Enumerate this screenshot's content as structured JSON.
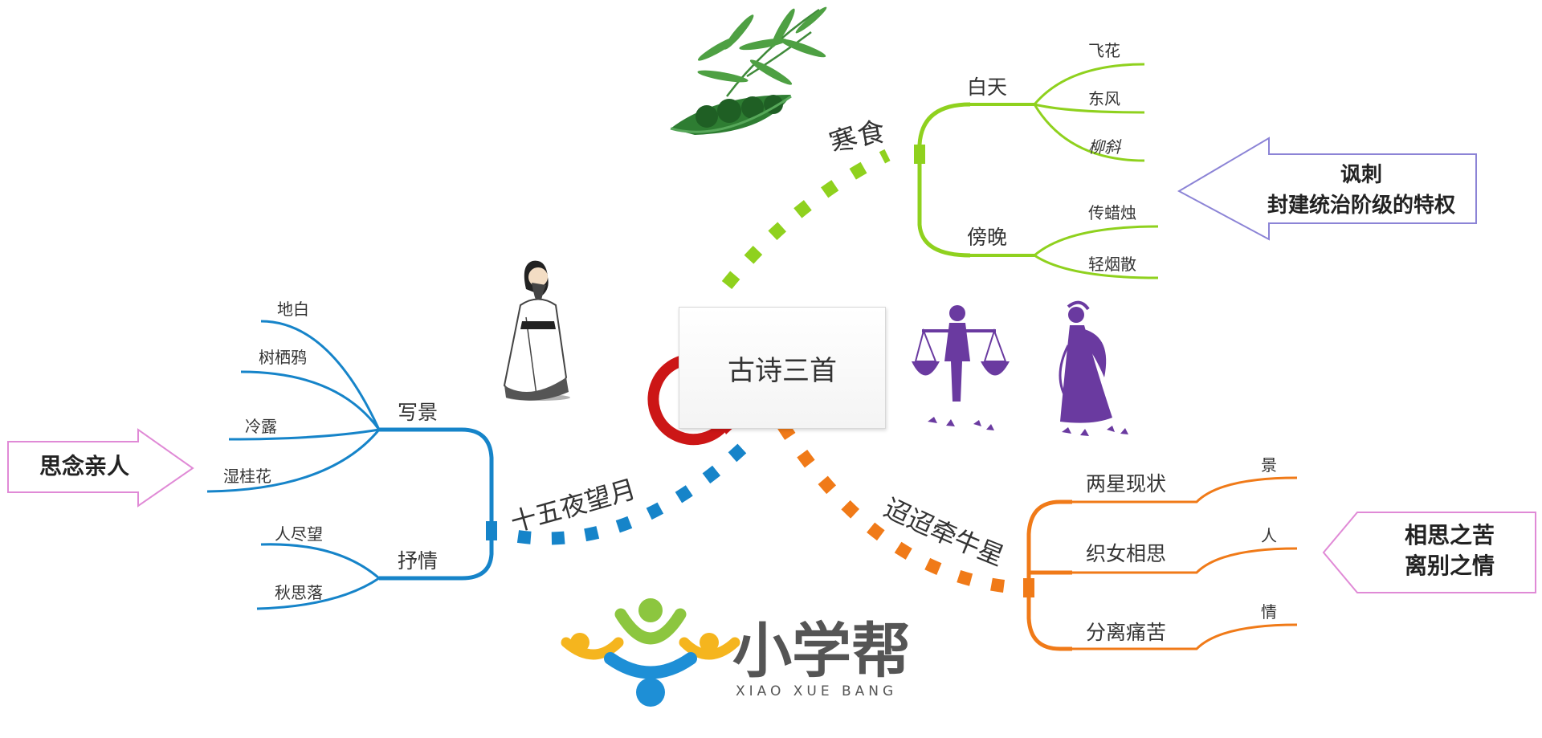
{
  "center": {
    "title": "古诗三首"
  },
  "colors": {
    "green": "#8fd11e",
    "blue": "#1684c9",
    "orange": "#f07a18",
    "callout_purple": "#8c84d6",
    "callout_pink": "#e08ad6",
    "figure_purple": "#6a3aa0",
    "logo_gray": "#555555",
    "logo_green": "#8cc63f",
    "logo_yellow": "#f5b51e",
    "logo_blue": "#1e8fd6"
  },
  "poems": {
    "hanshi": {
      "title": "寒食",
      "branches": [
        {
          "label": "白天",
          "leaves": [
            "飞花",
            "东风",
            "柳斜"
          ]
        },
        {
          "label": "傍晚",
          "leaves": [
            "传蜡烛",
            "轻烟散"
          ]
        }
      ],
      "callout": {
        "line1": "讽刺",
        "line2": "封建统治阶级的特权"
      }
    },
    "wangyue": {
      "title": "十五夜望月",
      "branches": [
        {
          "label": "写景",
          "leaves": [
            "地白",
            "树栖鸦",
            "冷露",
            "湿桂花"
          ]
        },
        {
          "label": "抒情",
          "leaves": [
            "人尽望",
            "秋思落"
          ]
        }
      ],
      "callout": {
        "line1": "思念亲人"
      }
    },
    "qianniu": {
      "title": "迢迢牵牛星",
      "branches": [
        {
          "label": "两星现状",
          "leaf": "景"
        },
        {
          "label": "织女相思",
          "leaf": "人"
        },
        {
          "label": "分离痛苦",
          "leaf": "情"
        }
      ],
      "callout": {
        "line1": "相思之苦",
        "line2": "离别之情"
      }
    }
  },
  "logo": {
    "name": "小学帮",
    "subtitle": "XIAO XUE BANG"
  }
}
